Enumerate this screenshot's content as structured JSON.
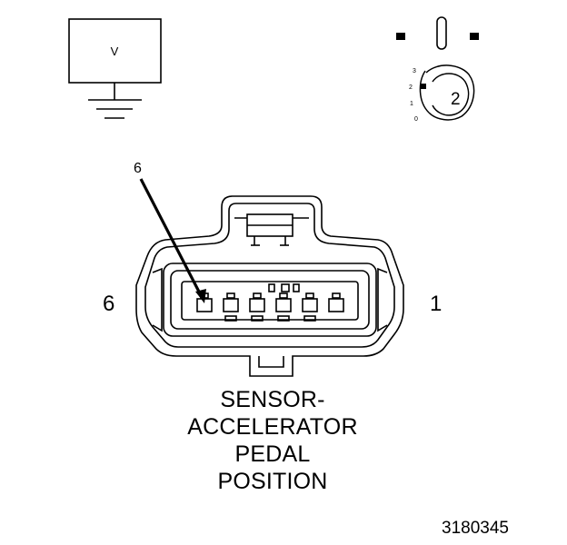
{
  "meter": {
    "symbol": "V"
  },
  "selector": {
    "positions": [
      "3",
      "2",
      "1",
      "0"
    ],
    "selected": "2"
  },
  "connector": {
    "callout_pin": "6",
    "left_pin_label": "6",
    "right_pin_label": "1"
  },
  "caption": {
    "lines": [
      "SENSOR-",
      "ACCELERATOR",
      "PEDAL",
      "POSITION"
    ]
  },
  "figure_number": "3180345"
}
